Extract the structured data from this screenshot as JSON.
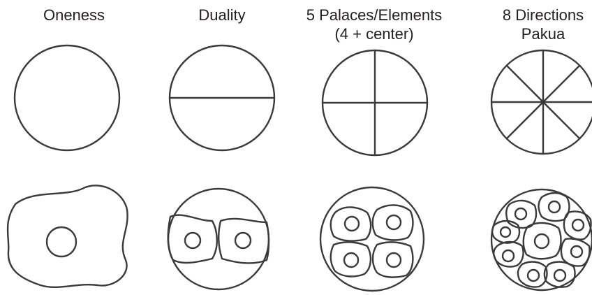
{
  "columns": [
    {
      "title_line1": "Oneness",
      "title_line2": ""
    },
    {
      "title_line1": "Duality",
      "title_line2": ""
    },
    {
      "title_line1": "5 Palaces/Elements",
      "title_line2": "(4 + center)"
    },
    {
      "title_line1": "8 Directions",
      "title_line2": "Pakua"
    }
  ]
}
